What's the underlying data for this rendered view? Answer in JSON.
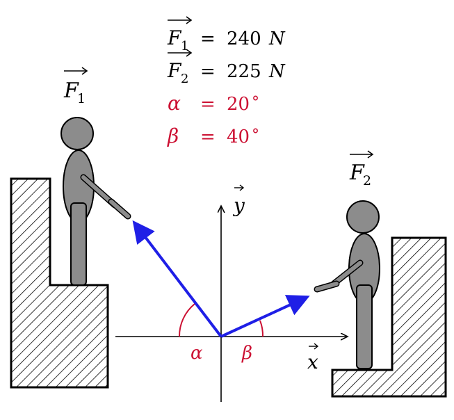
{
  "givens": [
    {
      "symbol": "F",
      "sub": "1",
      "vector": true,
      "eq": "=",
      "value": "240",
      "unit": "N",
      "color": "#000000"
    },
    {
      "symbol": "F",
      "sub": "2",
      "vector": true,
      "eq": "=",
      "value": "225",
      "unit": "N",
      "color": "#000000"
    },
    {
      "symbol": "α",
      "sub": "",
      "vector": false,
      "eq": "=",
      "value": "20",
      "unit": "°",
      "color": "#cc1133"
    },
    {
      "symbol": "β",
      "sub": "",
      "vector": false,
      "eq": "=",
      "value": "40",
      "unit": "°",
      "color": "#cc1133"
    }
  ],
  "force_labels": {
    "f1": {
      "symbol": "F",
      "sub": "1"
    },
    "f2": {
      "symbol": "F",
      "sub": "2"
    }
  },
  "axes": {
    "x": "x",
    "y": "y"
  },
  "angle_labels": {
    "alpha": "α",
    "beta": "β"
  },
  "colors": {
    "force_vector": "#1f1fe6",
    "angle": "#cc1133",
    "person": "#8c8c8c",
    "outline": "#000000"
  }
}
